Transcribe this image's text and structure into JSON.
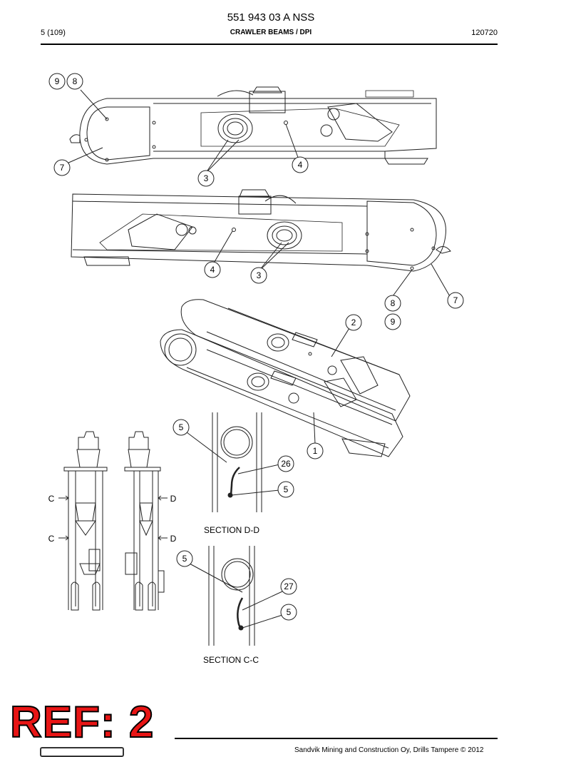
{
  "header": {
    "doc_number": "551 943 03 A NSS",
    "page": "5 (109)",
    "title": "CRAWLER BEAMS / DPI",
    "date": "120720"
  },
  "callouts": {
    "top_9": "9",
    "top_8": "8",
    "top_7": "7",
    "top_4": "4",
    "top_3": "3",
    "mid_4": "4",
    "mid_3": "3",
    "mid_8": "8",
    "mid_9": "9",
    "mid_7": "7",
    "iso_2": "2",
    "iso_1": "1",
    "dd_5a": "5",
    "dd_26": "26",
    "dd_5b": "5",
    "cc_5a": "5",
    "cc_27": "27",
    "cc_5b": "5"
  },
  "section_markers": {
    "c_upper": "C",
    "c_lower": "C",
    "d_upper": "D",
    "d_lower": "D"
  },
  "sections": {
    "dd": "SECTION D-D",
    "cc": "SECTION C-C"
  },
  "footer": {
    "copyright": "Sandvik Mining and Construction Oy, Drills Tampere © 2012",
    "ref_stamp": "REF: 2"
  }
}
